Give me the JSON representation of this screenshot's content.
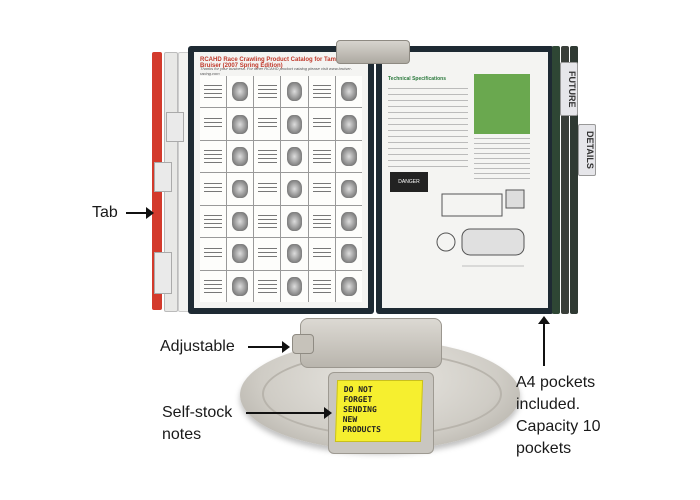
{
  "labels": {
    "tab": "Tab",
    "adjustable": "Adjustable",
    "self_stock_notes": "Self-stock notes",
    "a4_pockets": "A4 pockets included. Capacity 10 pockets"
  },
  "sticky_note": {
    "lines": [
      "DO NOT",
      "FORGET",
      "SENDING",
      "NEW",
      "PRODUCTS"
    ]
  },
  "tabs": {
    "future": "FUTURE",
    "details": "DETAILS"
  },
  "catalog_page": {
    "title": "RCAHD Race Crawling Product Catalog for Tamiya Bruiser (2007 Spring Edition)",
    "subtitle": "Thanks for your business. For other RCAHD product catalog please visit www.bruiser-racing.com"
  },
  "spec_page": {
    "heading": "Technical Specifications",
    "warning": "DANGER"
  },
  "colors": {
    "frame": "#1e2a33",
    "sticky_note": "#f6ef2f",
    "red_edge": "#d33a2c",
    "green_panel": "#6aa84f"
  }
}
